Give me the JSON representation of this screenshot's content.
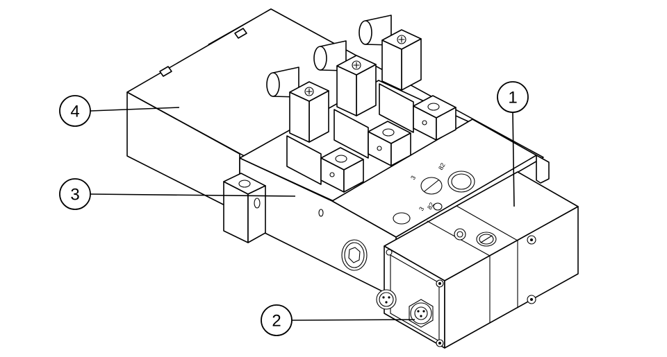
{
  "figure": {
    "callouts": [
      "1",
      "2",
      "3",
      "4"
    ],
    "port_marks": [
      "3",
      "82",
      "3",
      "82"
    ]
  },
  "colors": {
    "line": "#000000",
    "background": "#ffffff"
  }
}
